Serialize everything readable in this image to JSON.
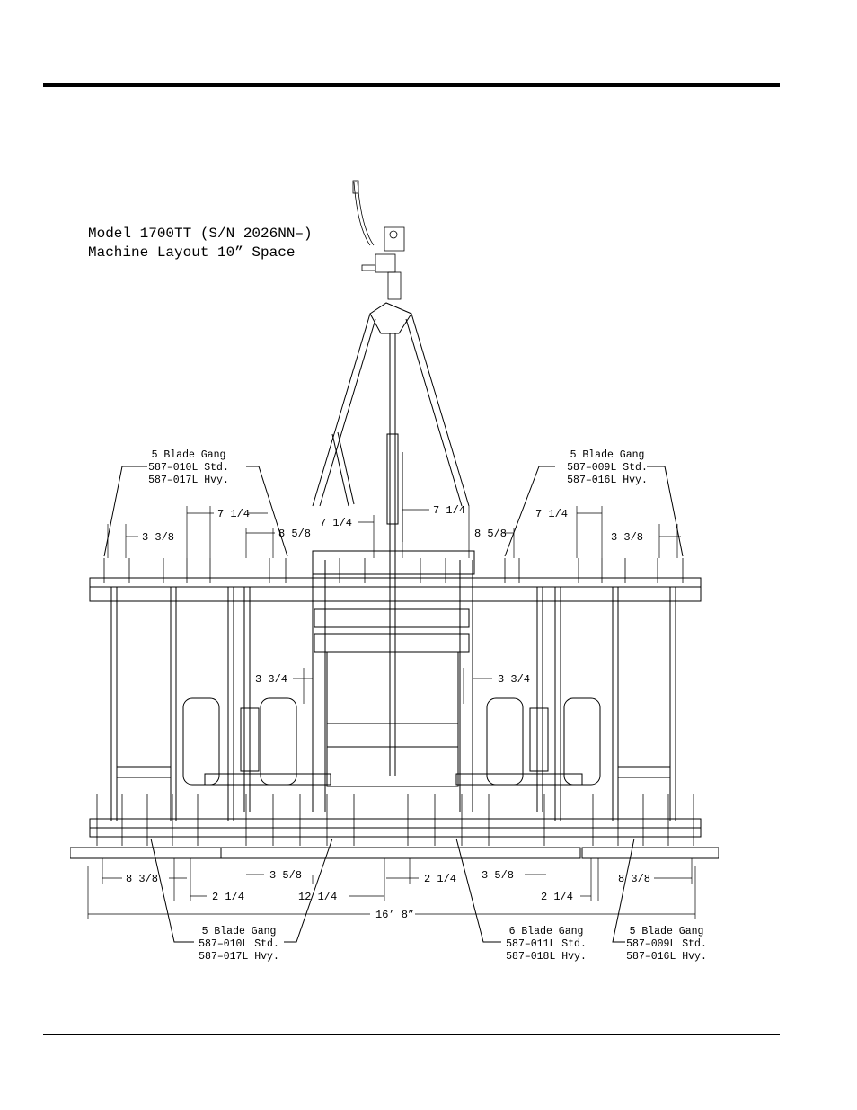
{
  "header": {
    "link_left": "",
    "link_right": ""
  },
  "drawing": {
    "title_line1": "Model 1700TT (S/N 2026NN–)",
    "title_line2": "Machine Layout 10” Space",
    "gangs": {
      "top_left": {
        "l1": "5 Blade Gang",
        "l2": "587–010L Std.",
        "l3": "587–017L Hvy."
      },
      "top_right": {
        "l1": "5 Blade Gang",
        "l2": "587–009L Std.",
        "l3": "587–016L Hvy."
      },
      "bottom_left": {
        "l1": "5 Blade Gang",
        "l2": "587–010L Std.",
        "l3": "587–017L Hvy."
      },
      "bottom_center": {
        "l1": "6 Blade Gang",
        "l2": "587–011L Std.",
        "l3": "587–018L Hvy."
      },
      "bottom_right": {
        "l1": "5 Blade Gang",
        "l2": "587–009L Std.",
        "l3": "587–016L Hvy."
      }
    },
    "dims": {
      "d_3_3_8_left": "3 3/8",
      "d_7_1_4_left": "7 1/4",
      "d_8_5_8_left": "8 5/8",
      "d_7_1_4_center_left": "7 1/4",
      "d_7_1_4_center_right": "7 1/4",
      "d_8_5_8_right": "8 5/8",
      "d_7_1_4_right": "7 1/4",
      "d_3_3_8_right": "3 3/8",
      "d_3_3_4_left": "3 3/4",
      "d_3_3_4_right": "3 3/4",
      "d_8_3_8_left": "8 3/8",
      "d_3_5_8_left": "3 5/8",
      "d_2_1_4_left": "2 1/4",
      "d_12_1_4": "12 1/4",
      "d_2_1_4_center": "2 1/4",
      "d_3_5_8_right": "3 5/8",
      "d_2_1_4_right": "2 1/4",
      "d_8_3_8_right": "8 3/8",
      "overall": "16’ 8”"
    }
  }
}
